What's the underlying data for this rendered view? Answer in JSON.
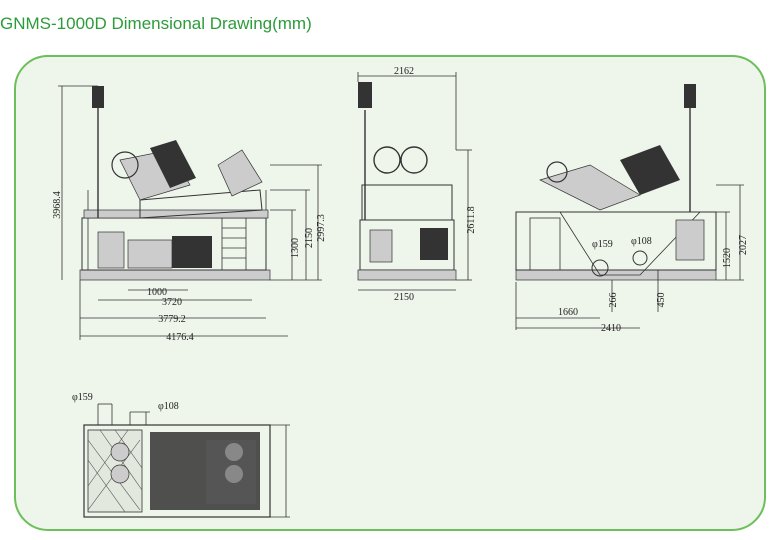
{
  "title": "GNMS-1000D Dimensional Drawing(mm)",
  "colors": {
    "title": "#2d9b3a",
    "panel_border": "#6cbf5a",
    "panel_bg": "#eef5ea",
    "line": "#333333"
  },
  "front_view": {
    "height_total": "3968.4",
    "h_2997": "2997.3",
    "h_2150": "2150",
    "h_1300": "1300",
    "w_1000": "1000",
    "w_3720": "3720",
    "w_3779": "3779.2",
    "w_4176": "4176.4"
  },
  "side_view": {
    "top_width": "2162",
    "height": "2611.8",
    "bottom_width": "2150"
  },
  "rear_view": {
    "d_159": "φ159",
    "d_108": "φ108",
    "h_266": "266",
    "h_450": "450",
    "h_1520": "1520",
    "h_2027": "2027",
    "w_1660": "1660",
    "w_2410": "2410"
  },
  "top_view": {
    "d_159": "φ159",
    "d_108": "φ108"
  }
}
